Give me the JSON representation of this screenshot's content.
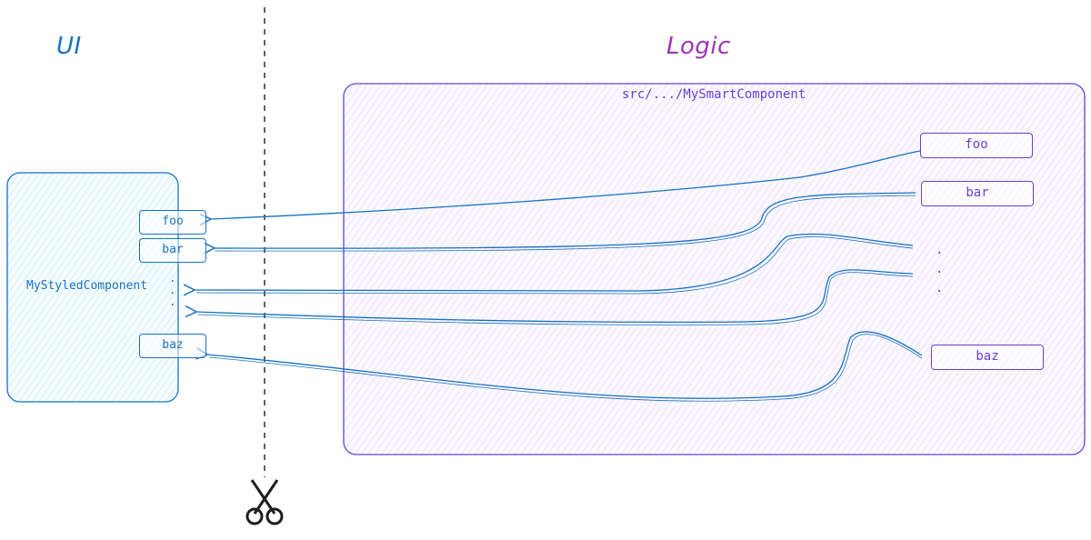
{
  "headings": {
    "ui": "UI",
    "logic": "Logic"
  },
  "ui_component": {
    "name": "MyStyledComponent",
    "props": [
      "foo",
      "bar",
      "baz"
    ]
  },
  "logic_component": {
    "path": "src/.../MySmartComponent",
    "props": [
      "foo",
      "bar",
      "baz"
    ]
  },
  "ellipsis": ".",
  "colors": {
    "ui": "#1971c2",
    "logic": "#6741d9",
    "divider": "#1e1e1e"
  },
  "icons": {
    "divider": "scissors-icon"
  }
}
